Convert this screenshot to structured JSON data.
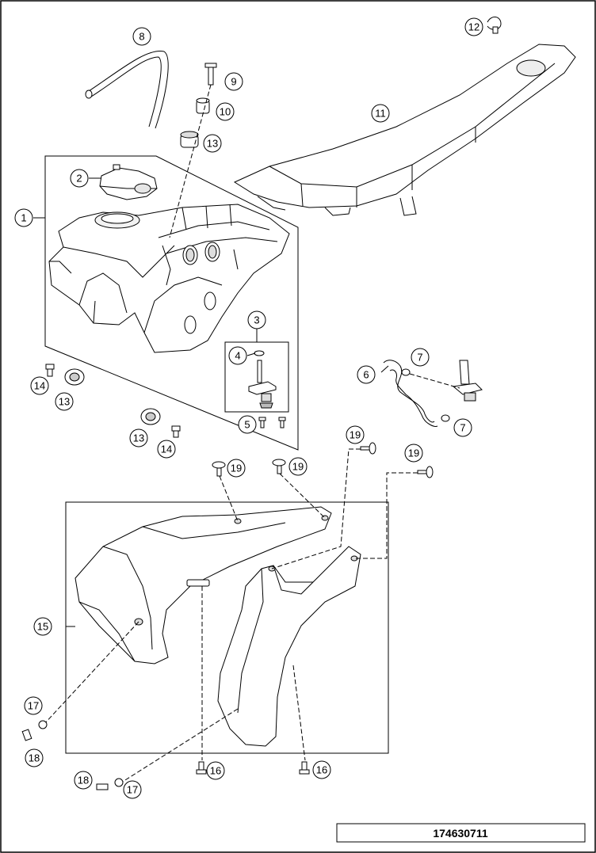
{
  "diagram": {
    "catalog_number": "174630711",
    "callouts": [
      {
        "id": "c1",
        "label": "1"
      },
      {
        "id": "c2",
        "label": "2"
      },
      {
        "id": "c3",
        "label": "3"
      },
      {
        "id": "c4",
        "label": "4"
      },
      {
        "id": "c5",
        "label": "5"
      },
      {
        "id": "c6",
        "label": "6"
      },
      {
        "id": "c7a",
        "label": "7"
      },
      {
        "id": "c7b",
        "label": "7"
      },
      {
        "id": "c8",
        "label": "8"
      },
      {
        "id": "c9",
        "label": "9"
      },
      {
        "id": "c10",
        "label": "10"
      },
      {
        "id": "c11",
        "label": "11"
      },
      {
        "id": "c12",
        "label": "12"
      },
      {
        "id": "c13a",
        "label": "13"
      },
      {
        "id": "c13b",
        "label": "13"
      },
      {
        "id": "c13c",
        "label": "13"
      },
      {
        "id": "c14a",
        "label": "14"
      },
      {
        "id": "c14b",
        "label": "14"
      },
      {
        "id": "c15",
        "label": "15"
      },
      {
        "id": "c16a",
        "label": "16"
      },
      {
        "id": "c16b",
        "label": "16"
      },
      {
        "id": "c17a",
        "label": "17"
      },
      {
        "id": "c17b",
        "label": "17"
      },
      {
        "id": "c18a",
        "label": "18"
      },
      {
        "id": "c18b",
        "label": "18"
      },
      {
        "id": "c19a",
        "label": "19"
      },
      {
        "id": "c19b",
        "label": "19"
      },
      {
        "id": "c19c",
        "label": "19"
      },
      {
        "id": "c19d",
        "label": "19"
      }
    ]
  }
}
